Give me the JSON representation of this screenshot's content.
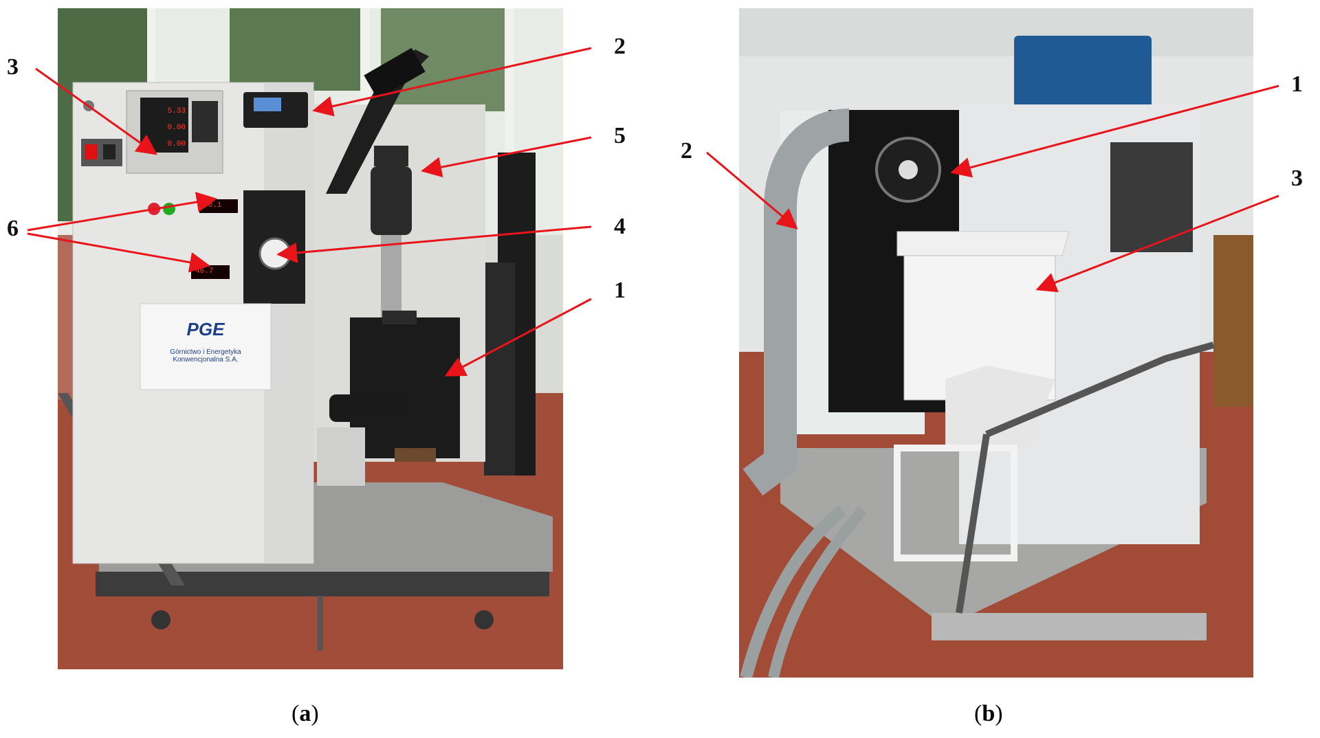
{
  "panels": [
    {
      "id": "a",
      "caption": {
        "open": "(",
        "letter": "a",
        "close": ")"
      },
      "callouts": [
        "3",
        "2",
        "5",
        "6",
        "4",
        "1"
      ],
      "display_readouts": [
        "5.33",
        "0.00",
        "0.00"
      ],
      "small_readouts": [
        "48.1",
        "46.7"
      ],
      "logo": {
        "brand": "PGE",
        "line1": "Górnictwo i Energetyka",
        "line2": "Konwencjonalna S.A."
      }
    },
    {
      "id": "b",
      "caption": {
        "open": "(",
        "letter": "b",
        "close": ")"
      },
      "callouts": [
        "1",
        "2",
        "3"
      ]
    }
  ],
  "colors": {
    "arrow": "#e8141a",
    "callout_text": "#111111"
  }
}
